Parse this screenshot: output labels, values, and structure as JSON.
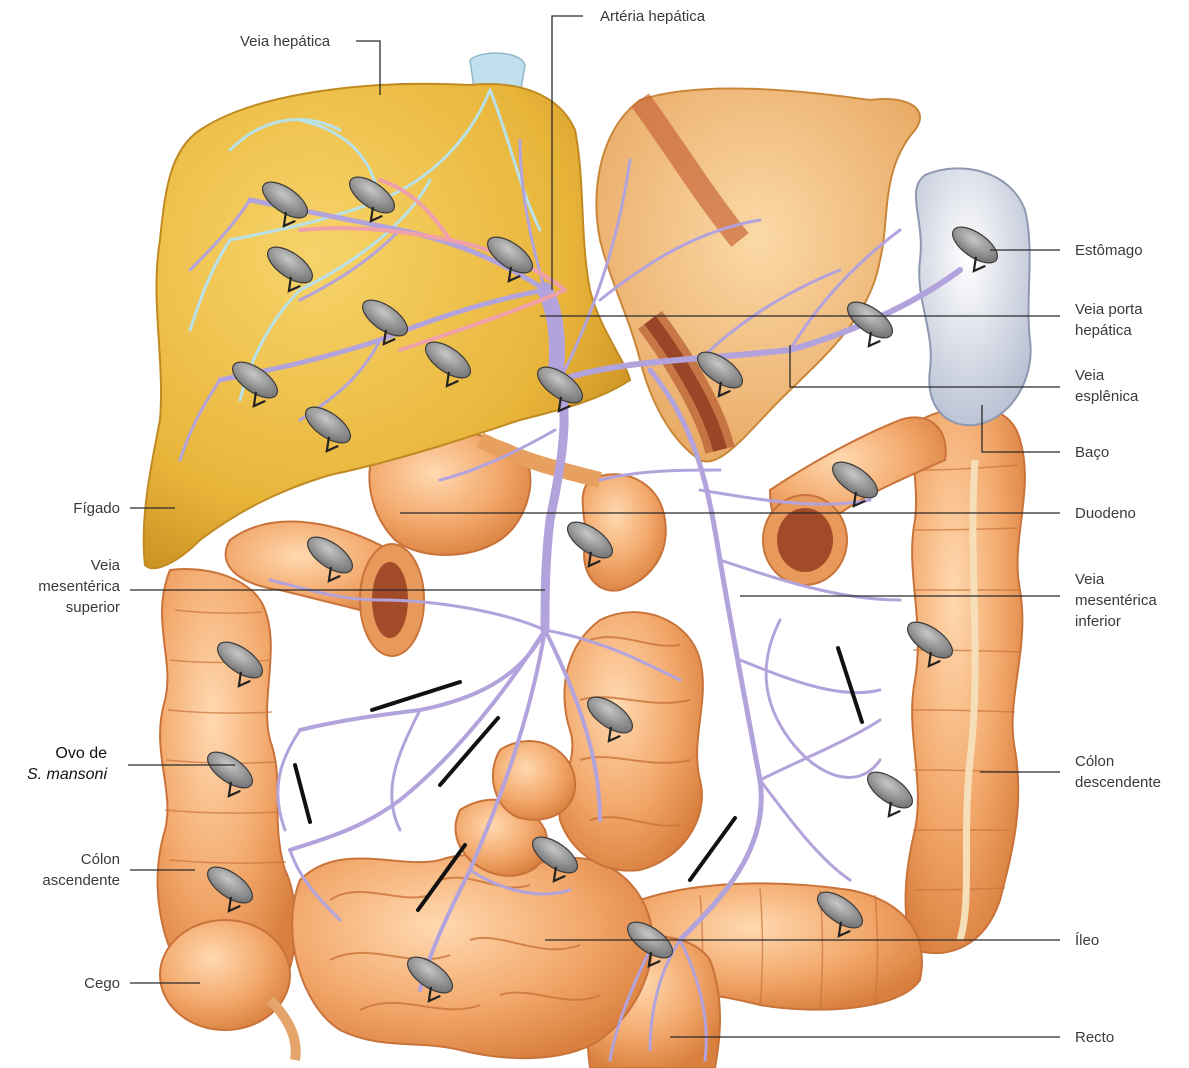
{
  "labels": {
    "veia_hepatica": "Veia hepática",
    "arteria_hepatica": "Artéria hepática",
    "estomago": "Estômago",
    "veia_porta_1": "Veia porta",
    "veia_porta_2": "hepática",
    "veia_esplenica_1": "Veia",
    "veia_esplenica_2": "esplênica",
    "baco": "Baço",
    "duodeno": "Duodeno",
    "figado": "Fígado",
    "veia_mes_sup_1": "Veia",
    "veia_mes_sup_2": "mesentérica",
    "veia_mes_sup_3": "superior",
    "veia_mes_inf_1": "Veia",
    "veia_mes_inf_2": "mesentérica",
    "veia_mes_inf_3": "inferior",
    "ovo_1": "Ovo de",
    "ovo_2": "S. mansoni",
    "colon_desc_1": "Cólon",
    "colon_desc_2": "descendente",
    "colon_asc_1": "Cólon",
    "colon_asc_2": "ascendente",
    "cego": "Cego",
    "ileo": "Íleo",
    "recto": "Recto"
  },
  "colors": {
    "liver": "#e8b93a",
    "intestine": "#f0a86a",
    "vein": "#b7a6dc",
    "spleen": "#e4e7ef",
    "egg": "#8e8e8e"
  }
}
